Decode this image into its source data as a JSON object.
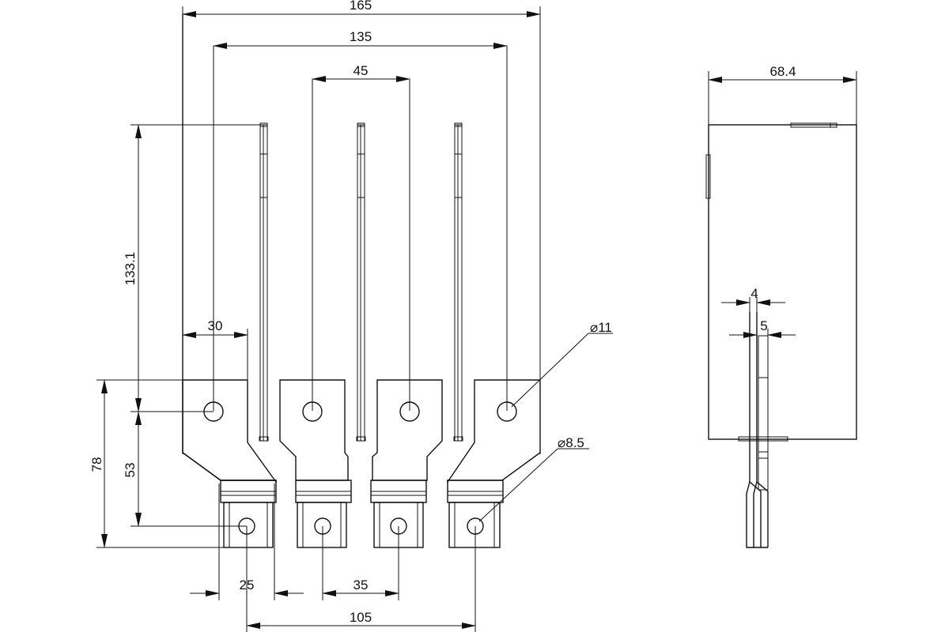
{
  "front_view": {
    "dimensions": {
      "overall_width": "165",
      "outer_hole_spacing": "135",
      "inner_hole_spacing": "45",
      "height": "133.1",
      "offset": "30",
      "large_hole_diameter": "⌀11",
      "small_hole_diameter": "⌀8.5",
      "bottom_height": "78",
      "hole_to_hole_vertical": "53",
      "terminal_width": "25",
      "terminal_spacing": "35",
      "terminal_span": "105"
    }
  },
  "side_view": {
    "dimensions": {
      "width": "68.4",
      "thickness_a": "4",
      "thickness_b": "5"
    }
  }
}
